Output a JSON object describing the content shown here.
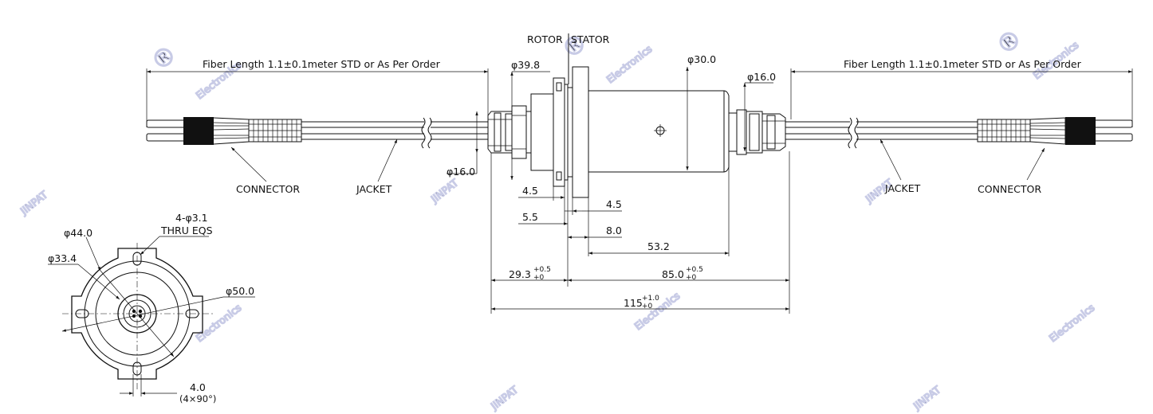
{
  "watermark": {
    "brand": "JINPAT",
    "mark": "®",
    "word": "Electronics"
  },
  "labels": {
    "rotor": "ROTOR",
    "stator": "STATOR",
    "fiber_left": "Fiber Length 1.1±0.1meter STD or As Per Order",
    "fiber_right": "Fiber Length 1.1±0.1meter STD or As Per Order",
    "connector_left": "CONNECTOR",
    "connector_right": "CONNECTOR",
    "jacket_left": "JACKET",
    "jacket_right": "JACKET",
    "holes": "4-φ3.1",
    "thru": "THRU EQS"
  },
  "dims": {
    "d398": "φ39.8",
    "d300": "φ30.0",
    "d160_right": "φ16.0",
    "d160_left": "φ16.0",
    "d45a": "4.5",
    "d55": "5.5",
    "d45b": "4.5",
    "d80": "8.0",
    "d532": "53.2",
    "d293": "29.3",
    "d293_tol_hi": "+0.5",
    "d293_tol_lo": "+0",
    "d850": "85.0",
    "d850_tol_hi": "+0.5",
    "d850_tol_lo": "+0",
    "d115": "115",
    "d115_tol_hi": "+1.0",
    "d115_tol_lo": "+0",
    "d440": "φ44.0",
    "d334": "φ33.4",
    "d500": "φ50.0",
    "d40": "4.0",
    "d40_note": "(4×90°)"
  }
}
